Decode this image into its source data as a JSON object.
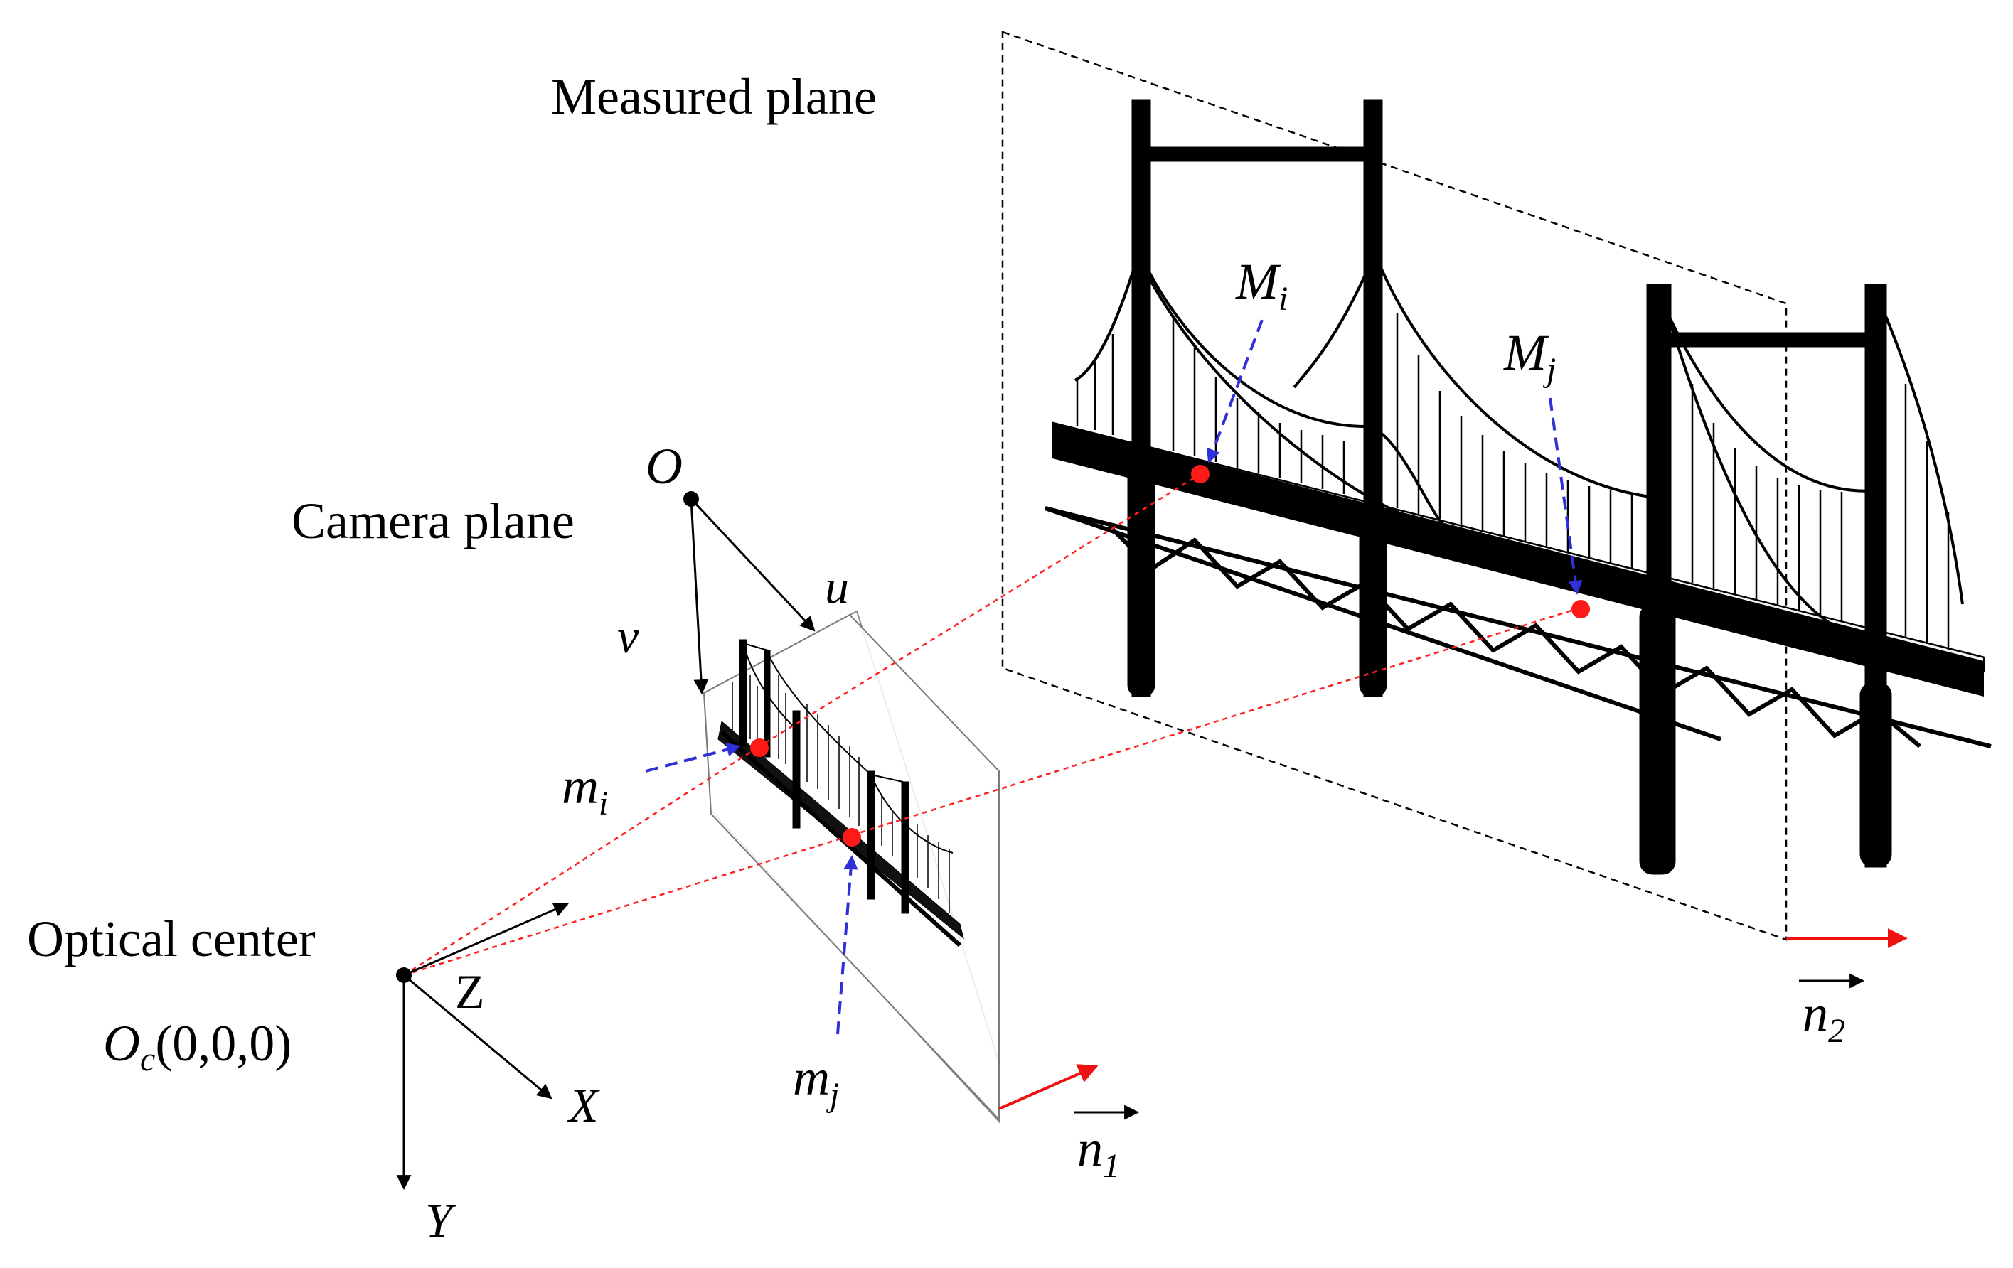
{
  "labels": {
    "measured_plane": "Measured plane",
    "camera_plane": "Camera plane",
    "optical_center": "Optical center",
    "origin_label": "O",
    "origin_sub": "c",
    "origin_coords": "(0,0,0)",
    "image_origin": "O",
    "u_axis": "u",
    "v_axis": "v",
    "x_axis": "X",
    "y_axis": "Y",
    "z_axis": "Z",
    "m_i": "m",
    "m_i_sub": "i",
    "m_j": "m",
    "m_j_sub": "j",
    "M_i": "M",
    "M_i_sub": "i",
    "M_j": "M",
    "M_j_sub": "j",
    "n1": "n",
    "n1_sub": "1",
    "n2": "n",
    "n2_sub": "2"
  },
  "colors": {
    "projection_ray": "#ff2020",
    "pointer_arrow": "#3030d8",
    "normal_vector": "#ee1111",
    "structure": "#000000"
  }
}
